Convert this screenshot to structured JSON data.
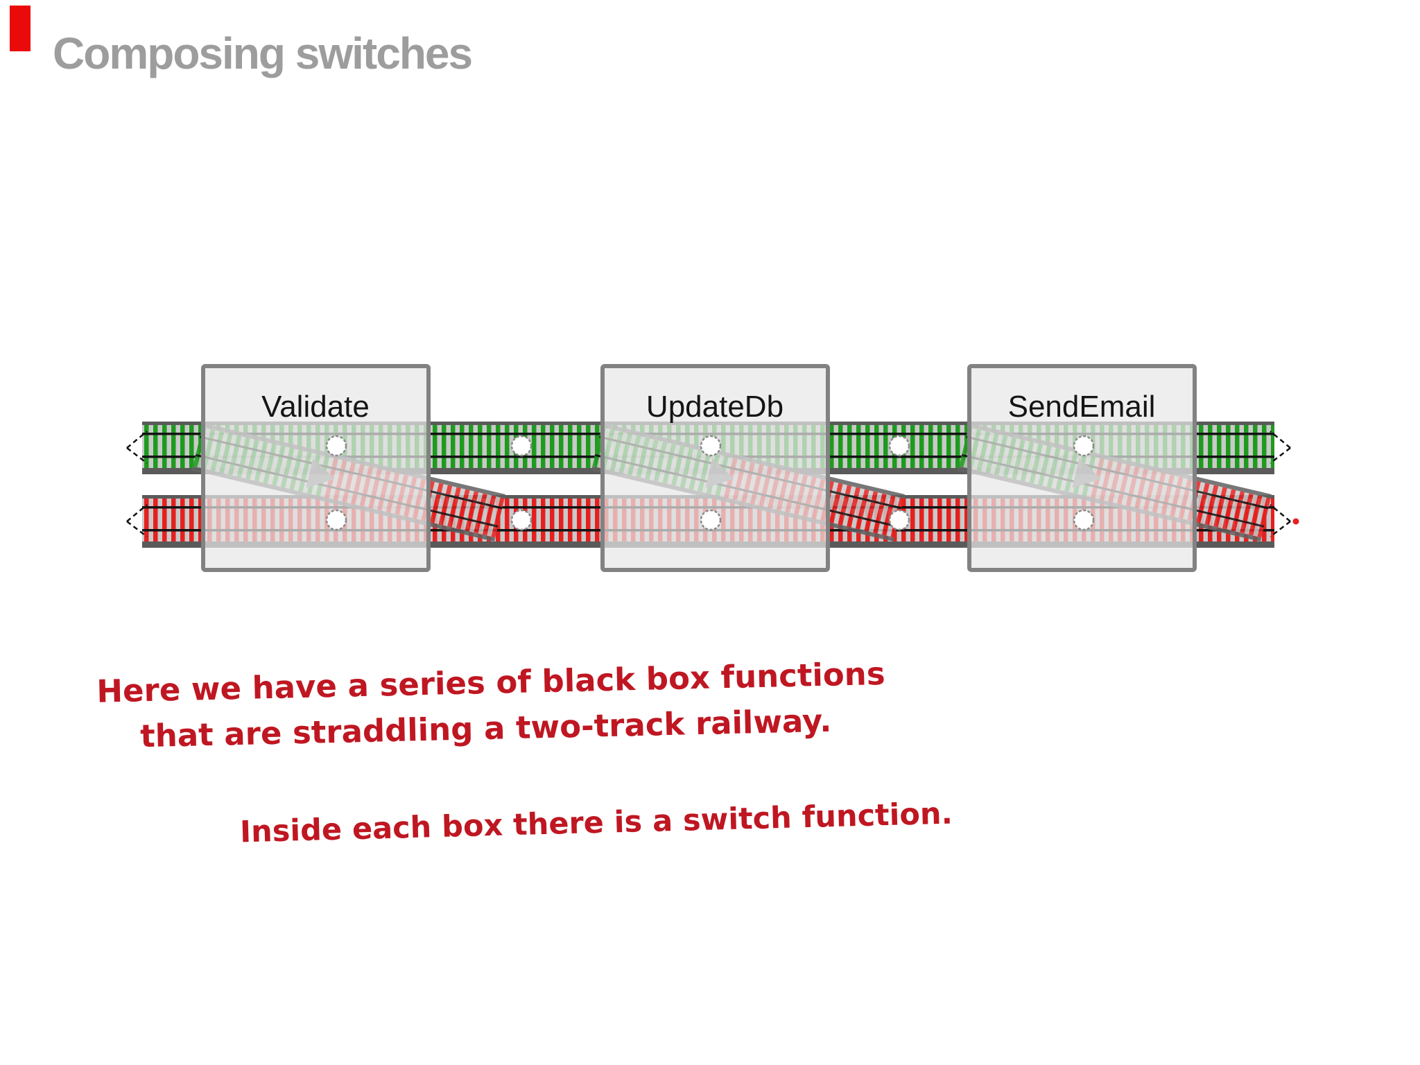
{
  "slide": {
    "title": "Composing switches"
  },
  "marker": {
    "color": "#ea0a0a"
  },
  "diagram": {
    "boxes": [
      {
        "label": "Validate"
      },
      {
        "label": "UpdateDb"
      },
      {
        "label": "SendEmail"
      }
    ],
    "tracks": {
      "success_track_color": "#1d9b1d",
      "failure_track_color": "#e5201f",
      "track_bed_color": "#c9c9c9",
      "track_edge_color": "#5a5a5a",
      "rail_color": "#141414",
      "box_fill_color": "#e8e8e8",
      "box_border_color": "#828282"
    }
  },
  "captions": {
    "line1": "Here we have a series of black box functions",
    "line2": "that are straddling a two-track railway.",
    "line3": "Inside each box there is a switch function.",
    "color": "#bf1722"
  }
}
